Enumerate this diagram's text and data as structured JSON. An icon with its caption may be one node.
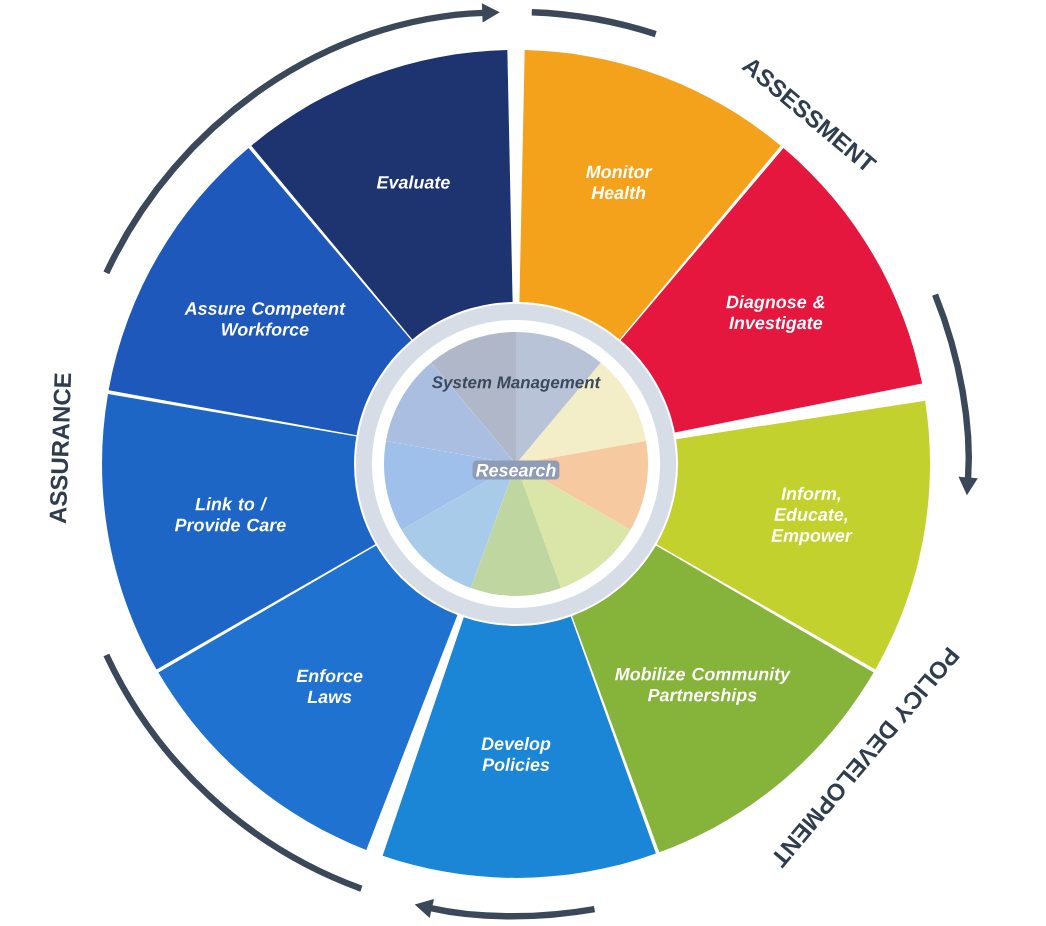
{
  "diagram": {
    "nodes": [
      {
        "text": [
          "Monitor Health"
        ]
      },
      {
        "text": [
          "Diagnose & Investigate"
        ]
      },
      {
        "text": [
          "Inform, Educate, Empower"
        ]
      },
      {
        "text": [
          "Mobilize Community Partnerships"
        ]
      },
      {
        "text": [
          "Develop Policies"
        ]
      },
      {
        "text": [
          "Enforce Laws"
        ]
      },
      {
        "text": [
          "Link to / Provide Care"
        ]
      },
      {
        "text": [
          "Assure Competent Workforce"
        ]
      },
      {
        "text": [
          "Evaluate"
        ]
      },
      {
        "text": [
          "System Management",
          "Research"
        ]
      }
    ],
    "labels": [
      "ASSESSMENT",
      "POLICY DEVELOPMENT",
      "ASSURANCE"
    ]
  }
}
